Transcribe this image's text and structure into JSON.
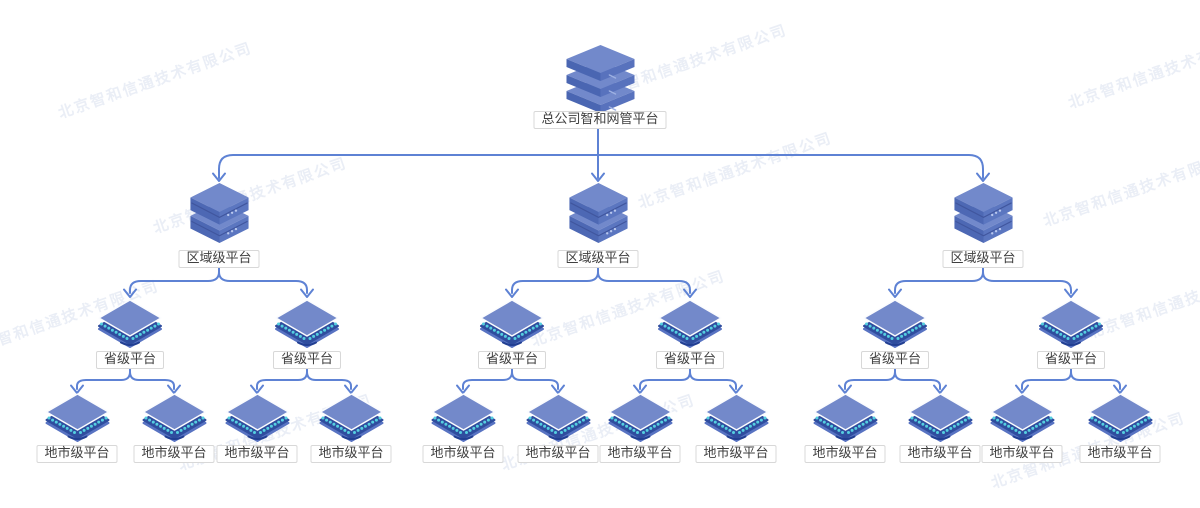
{
  "diagram": {
    "root": {
      "label": "总公司智和网管平台"
    },
    "regions": [
      {
        "label": "区域级平台"
      },
      {
        "label": "区域级平台"
      },
      {
        "label": "区域级平台"
      }
    ],
    "provinces": [
      {
        "label": "省级平台"
      },
      {
        "label": "省级平台"
      },
      {
        "label": "省级平台"
      },
      {
        "label": "省级平台"
      },
      {
        "label": "省级平台"
      },
      {
        "label": "省级平台"
      }
    ],
    "cities": [
      {
        "label": "地市级平台"
      },
      {
        "label": "地市级平台"
      },
      {
        "label": "地市级平台"
      },
      {
        "label": "地市级平台"
      },
      {
        "label": "地市级平台"
      },
      {
        "label": "地市级平台"
      },
      {
        "label": "地市级平台"
      },
      {
        "label": "地市级平台"
      },
      {
        "label": "地市级平台"
      },
      {
        "label": "地市级平台"
      },
      {
        "label": "地市级平台"
      },
      {
        "label": "地市级平台"
      }
    ]
  },
  "watermark": {
    "text": "北京智和信通技术有限公司"
  },
  "colors": {
    "background": "#ffffff",
    "connector": "#5e82d4",
    "icon_top_face": "#7289cb",
    "icon_front_face": "#4d68b4",
    "icon_side_face": "#5b76c0",
    "icon_dark_rim": "#2f4d9e",
    "port_dot": "#55cfe0",
    "label_border": "#d8d8d8",
    "label_text": "#3f3f3f"
  }
}
